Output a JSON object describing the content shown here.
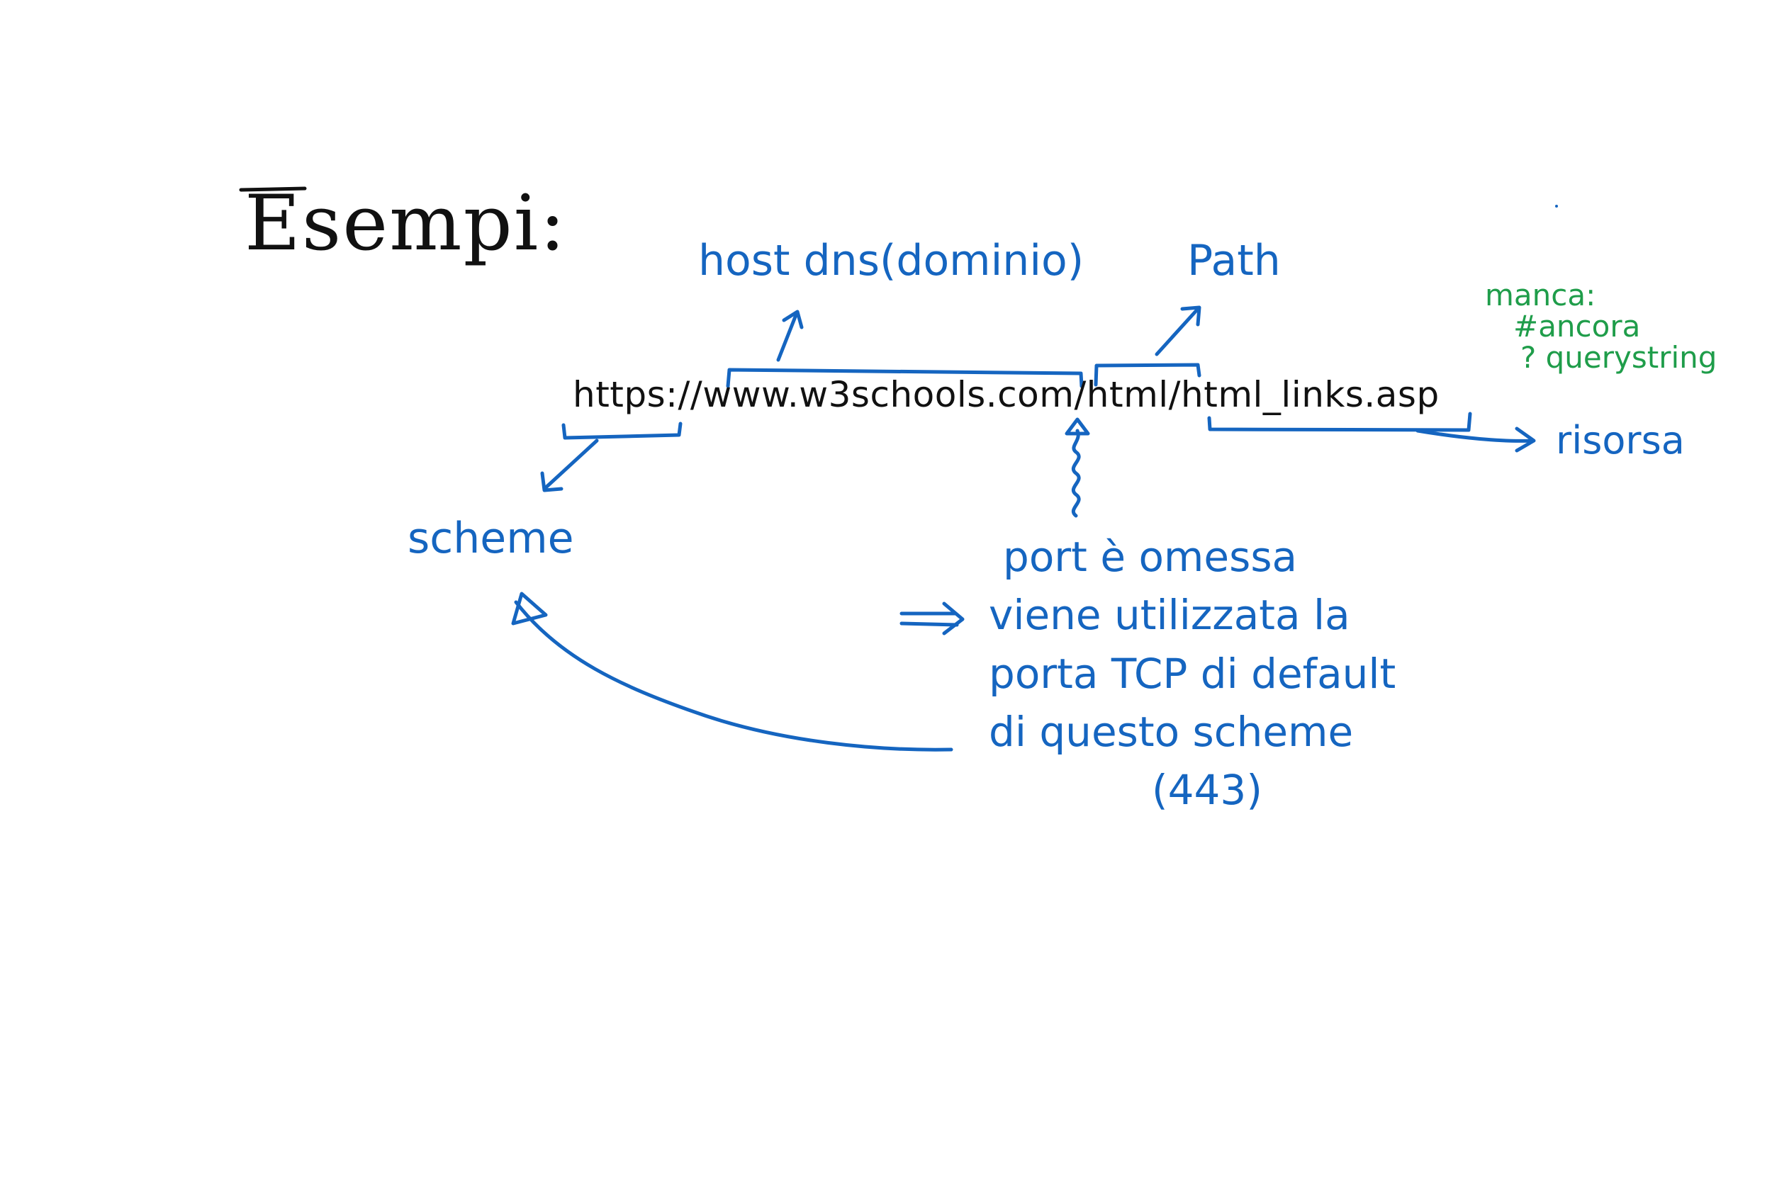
{
  "title": "Esempi:",
  "url": "https://www.w3schools.com/html/html_links.asp",
  "labels": {
    "host": "host dns(dominio)",
    "path": "Path",
    "scheme": "scheme",
    "resource": "risorsa"
  },
  "port_note": {
    "lines": [
      "port è omessa",
      "viene utilizzata la",
      "porta TCP di default",
      "di questo scheme",
      "(443)"
    ]
  },
  "missing_note": {
    "lines": [
      "manca:",
      "#ancora",
      "? querystring"
    ]
  },
  "colors": {
    "ink_blue": "#1565c0",
    "ink_green": "#1f9d4a",
    "ink_black": "#111111"
  }
}
